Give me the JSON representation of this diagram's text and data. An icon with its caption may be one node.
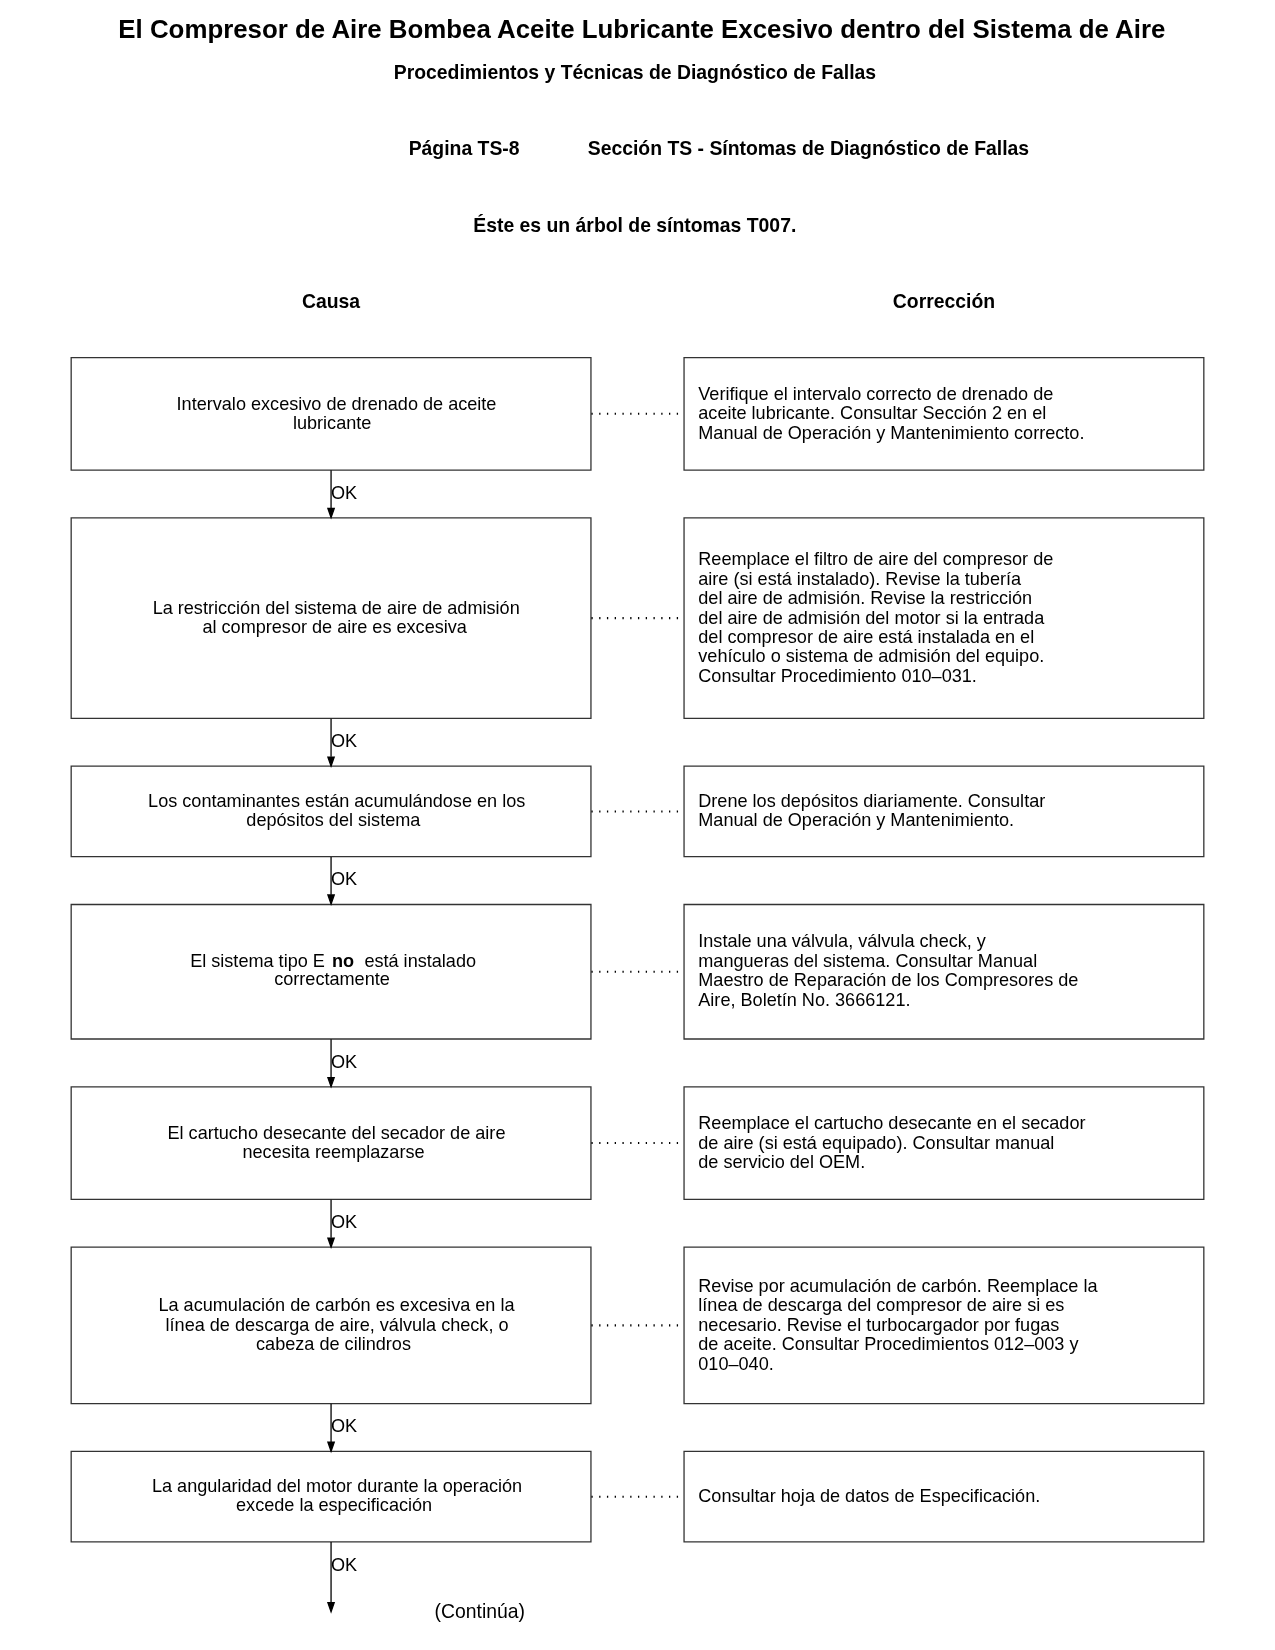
{
  "diagram": {
    "title": "El Compresor de Aire Bombea Aceite Lubricante Excesivo dentro del Sistema de Aire",
    "nodes": [
      {
        "text": [
          "Intervalo excesivo de drenado de aceite lubricante"
        ]
      },
      {
        "text": [
          "Verifique el intervalo correcto de drenado de aceite lubricante. Consultar Sección 2 en el Manual de Operación y Mantenimiento correcto."
        ]
      },
      {
        "text": [
          "La restricción del sistema de aire de admisión al compresor de aire es excesiva"
        ]
      },
      {
        "text": [
          "Reemplace el filtro de aire del compresor de aire (si está instalado). Revise la tubería del aire de admisión. Revise la restricción del aire de admisión del motor si la entrada del compresor de aire está instalada en el vehículo o sistema de admisión del equipo. Consultar Procedimiento 010–031."
        ]
      },
      {
        "text": [
          "Los contaminantes están acumulándose en los depósitos del sistema"
        ]
      },
      {
        "text": [
          "Drene los depósitos diariamente. Consultar Manual de Operación y Mantenimiento."
        ]
      },
      {
        "text": [
          "El sistema tipo E **no** está instalado correctamente"
        ]
      },
      {
        "text": [
          "Instale una válvula, válvula check, y mangueras del sistema. Consultar Manual Maestro de Reparación de los Compresores de Aire, Boletín No. 3666121."
        ]
      },
      {
        "text": [
          "El cartucho desecante del secador de aire necesita reemplazarse"
        ]
      },
      {
        "text": [
          "Reemplace el cartucho desecante en el secador de aire (si está equipado). Consultar manual de servicio del OEM."
        ]
      },
      {
        "text": [
          "La acumulación de carbón es excesiva en la línea de descarga de aire, válvula check, o cabeza de cilindros"
        ]
      },
      {
        "text": [
          "Revise por acumulación de carbón. Reemplace la línea de descarga del compresor de aire si es necesario. Revise el turbocargador por fugas de aceite. Consultar Procedimientos 012–003 y 010–040."
        ]
      },
      {
        "text": [
          "La angularidad del motor durante la operación excede la especificación"
        ]
      },
      {
        "text": [
          "Consultar hoja de datos de Especificación."
        ]
      }
    ],
    "edges": [
      {
        "from": 0,
        "to": 1,
        "arrow": "none",
        "style": "dashed"
      },
      {
        "from": 0,
        "to": 2,
        "arrow": "to",
        "label": "OK"
      },
      {
        "from": 2,
        "to": 3,
        "arrow": "none",
        "style": "dashed"
      },
      {
        "from": 2,
        "to": 4,
        "arrow": "to",
        "label": "OK"
      },
      {
        "from": 4,
        "to": 5,
        "arrow": "none",
        "style": "dashed"
      },
      {
        "from": 4,
        "to": 6,
        "arrow": "to",
        "label": "OK"
      },
      {
        "from": 6,
        "to": 7,
        "arrow": "none",
        "style": "dashed"
      },
      {
        "from": 6,
        "to": 8,
        "arrow": "to",
        "label": "OK"
      },
      {
        "from": 8,
        "to": 9,
        "arrow": "none",
        "style": "dashed"
      },
      {
        "from": 8,
        "to": 10,
        "arrow": "to",
        "label": "OK"
      },
      {
        "from": 10,
        "to": 11,
        "arrow": "none",
        "style": "dashed"
      },
      {
        "from": 10,
        "to": 12,
        "arrow": "to",
        "label": "OK"
      },
      {
        "from": 12,
        "to": 13,
        "arrow": "none",
        "style": "dashed"
      },
      {
        "from": 12,
        "to": null,
        "arrow": "to",
        "label": "OK"
      }
    ],
    "labels": [
      "Procedimientos y Técnicas de Diagnóstico de Fallas",
      "Página TS-8",
      "Sección TS - Síntomas de Diagnóstico de Fallas",
      "Éste es un árbol de síntomas T007.",
      "Causa",
      "Corrección",
      "(Continúa)"
    ]
  }
}
